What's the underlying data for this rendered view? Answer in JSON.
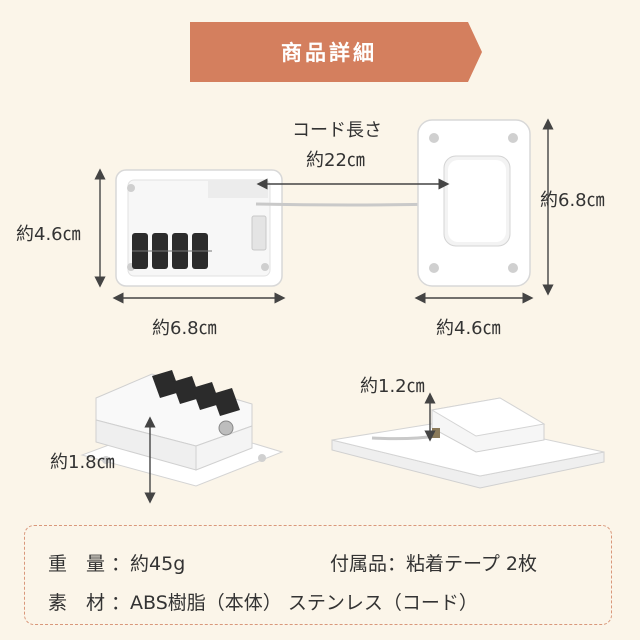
{
  "header": {
    "title": "商品詳細"
  },
  "dimensions": {
    "cord_label": "コード長さ",
    "cord_length": "約22㎝",
    "lock_height": "約4.6㎝",
    "lock_width": "約6.8㎝",
    "anchor_height": "約6.8㎝",
    "anchor_width": "約4.6㎝",
    "lock_depth": "約1.8㎝",
    "anchor_depth": "約1.2㎝"
  },
  "specs": {
    "weight": "重　量 ：約45g",
    "accessory": "付属品：粘着テープ 2枚",
    "material": "素　材 ：ABS樹脂（本体） ステンレス（コード）"
  },
  "colors": {
    "banner": "#d47f5e",
    "background": "#fbf5e9",
    "spec_border": "#d9977a"
  }
}
